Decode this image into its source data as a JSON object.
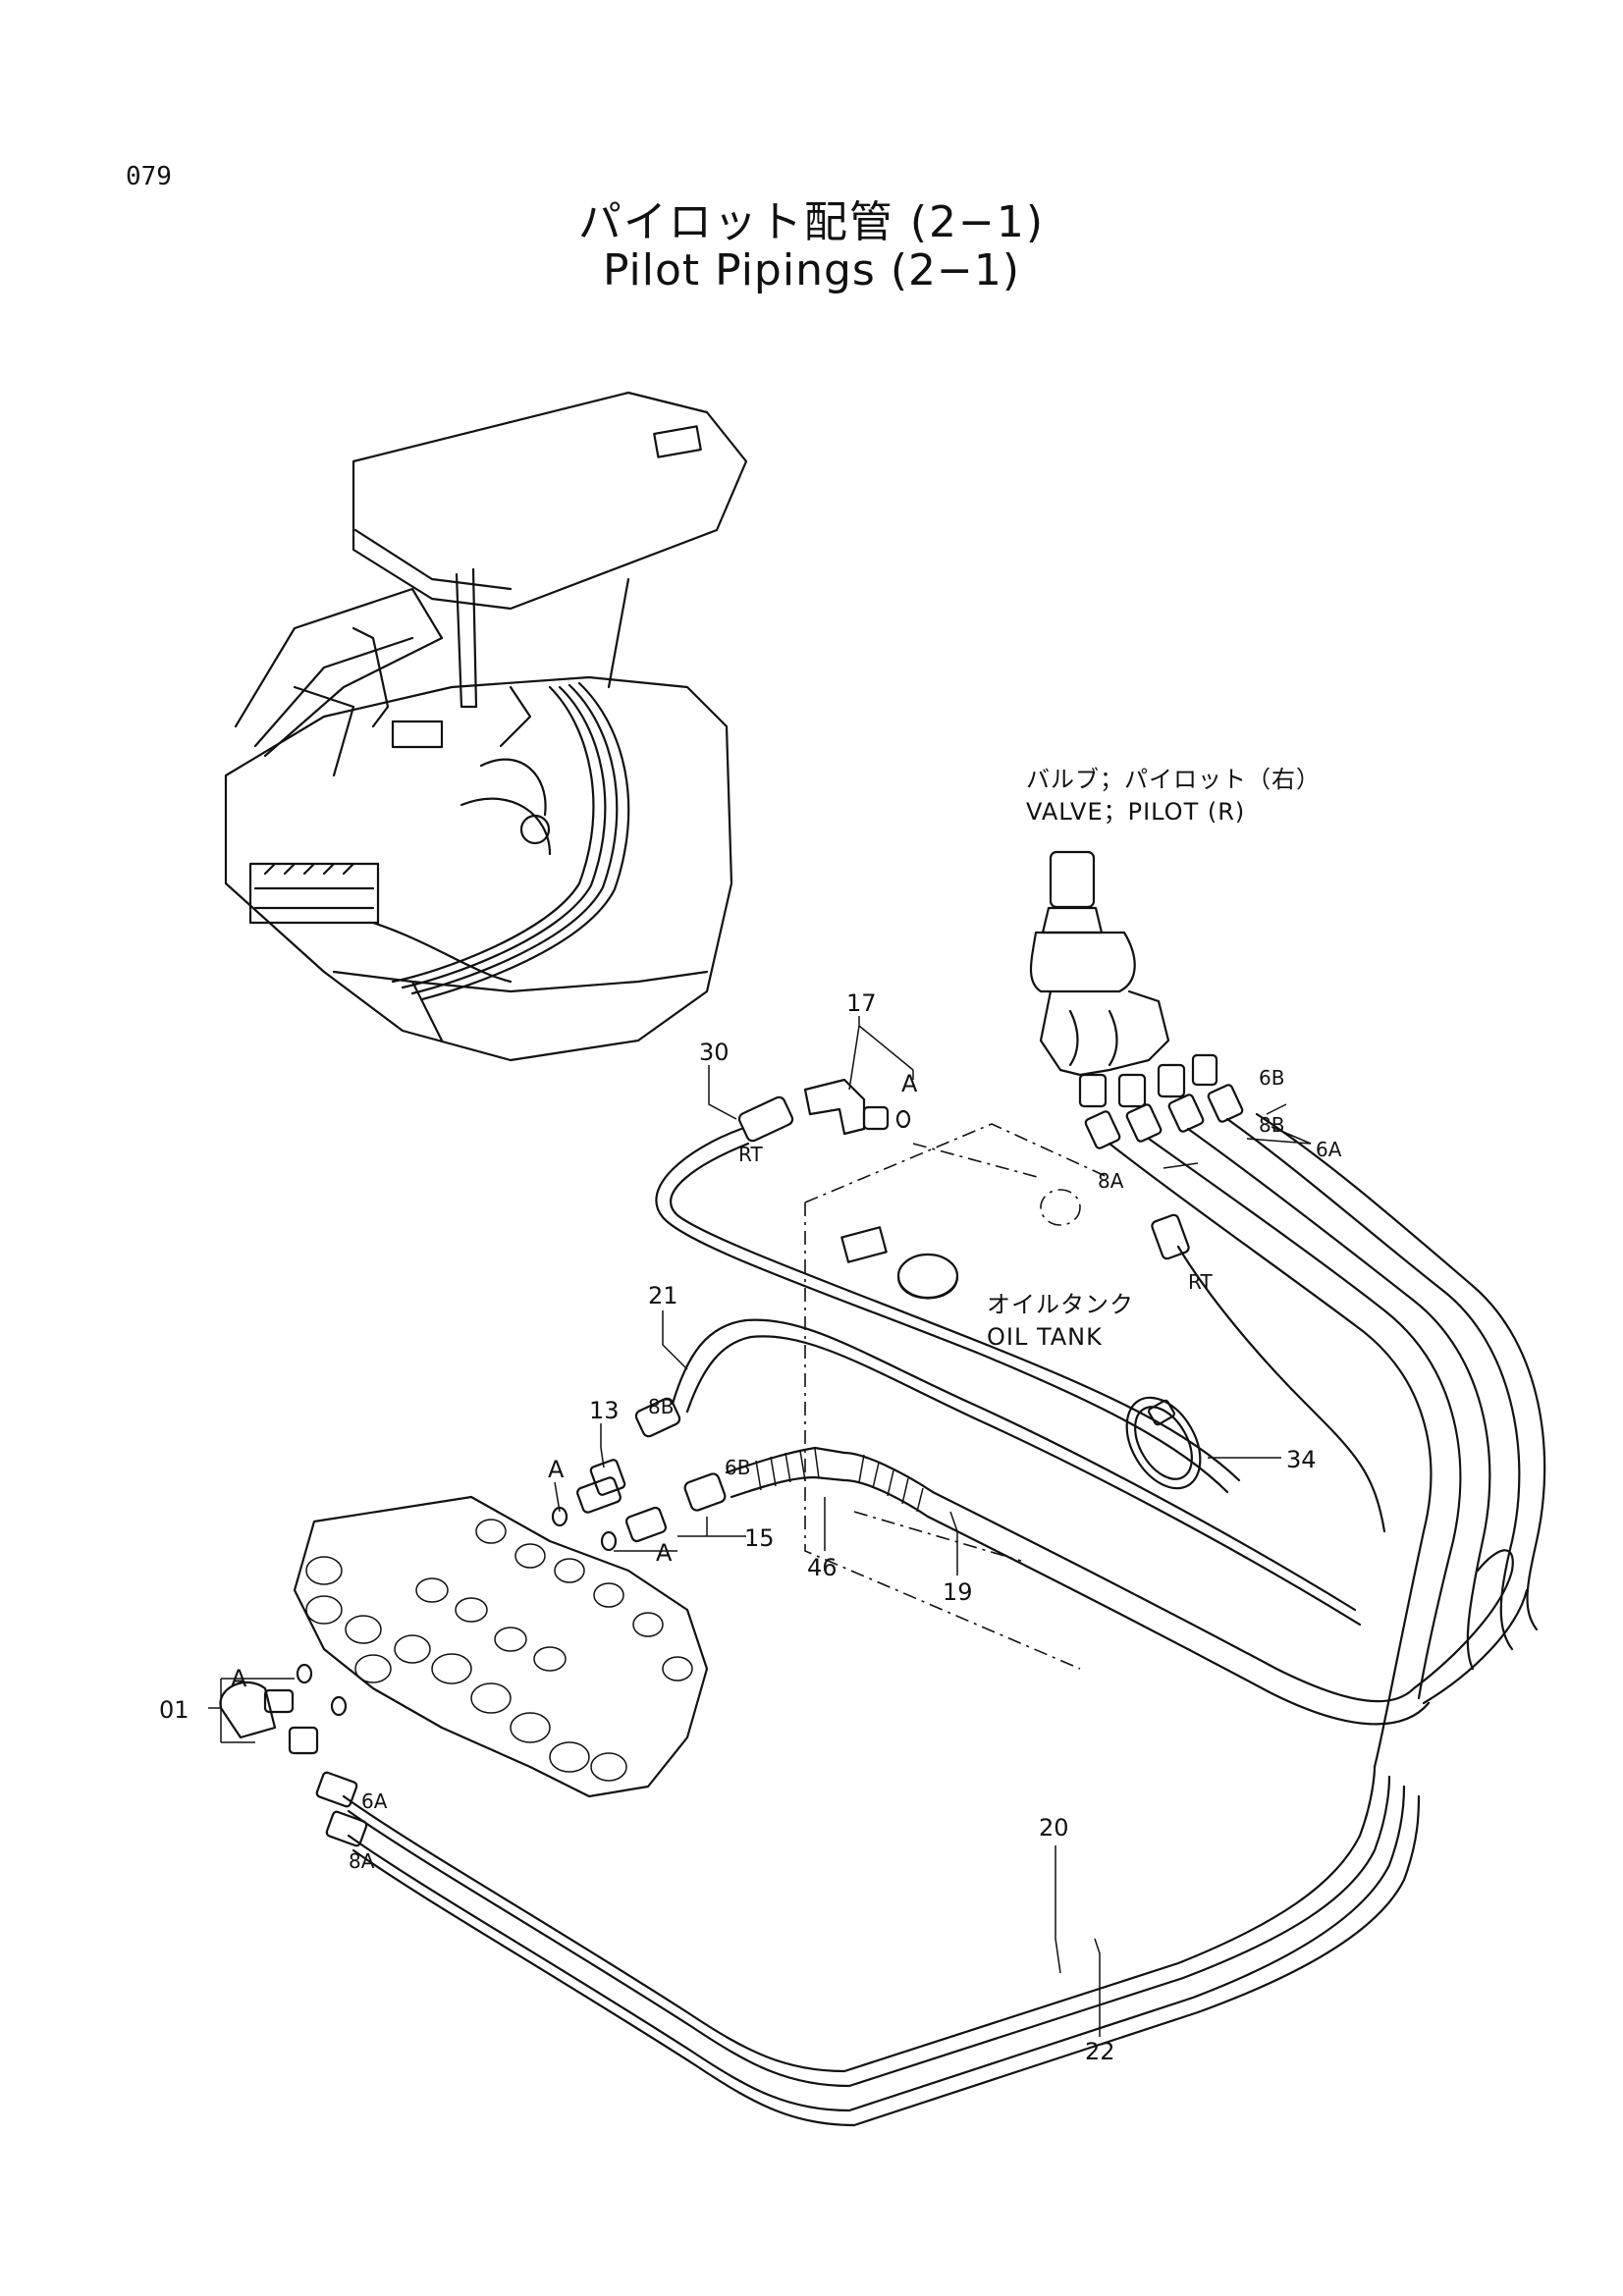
{
  "page_number": "079",
  "title_jp": "パイロット配管 (2−1)",
  "title_en": "Pilot Pipings (2−1)",
  "callouts": {
    "valve_jp": "バルブ；パイロット（右）",
    "valve_en": "VALVE；PILOT (R)",
    "tank_jp": "オイルタンク",
    "tank_en": "OIL  TANK"
  },
  "labels": {
    "p17": "17",
    "p30": "30",
    "p21": "21",
    "p13": "13",
    "p15": "15",
    "p46": "46",
    "p19": "19",
    "p34": "34",
    "p01": "01",
    "p20": "20",
    "p22": "22",
    "a1": "A",
    "a2": "A",
    "a3": "A",
    "a4": "A",
    "rt1": "RT",
    "rt2": "RT",
    "b6_top": "6B",
    "b8_top": "8B",
    "a6_top": "6A",
    "a8_top": "8A",
    "b8_mid": "8B",
    "b6_mid": "6B",
    "a6_bot": "6A",
    "a8_bot": "8A"
  }
}
